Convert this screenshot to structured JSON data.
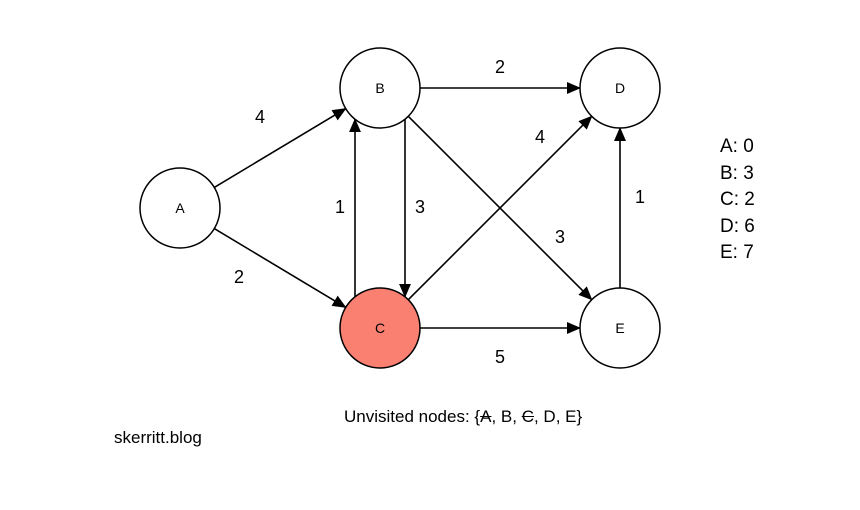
{
  "graph": {
    "nodes": [
      {
        "id": "A",
        "label": "A",
        "highlighted": false
      },
      {
        "id": "B",
        "label": "B",
        "highlighted": false
      },
      {
        "id": "C",
        "label": "C",
        "highlighted": true
      },
      {
        "id": "D",
        "label": "D",
        "highlighted": false
      },
      {
        "id": "E",
        "label": "E",
        "highlighted": false
      }
    ],
    "edges": [
      {
        "from": "A",
        "to": "B",
        "weight": "4"
      },
      {
        "from": "A",
        "to": "C",
        "weight": "2"
      },
      {
        "from": "B",
        "to": "D",
        "weight": "2"
      },
      {
        "from": "B",
        "to": "C",
        "weight": "3"
      },
      {
        "from": "C",
        "to": "B",
        "weight": "1"
      },
      {
        "from": "B",
        "to": "E",
        "weight": "3"
      },
      {
        "from": "C",
        "to": "D",
        "weight": "4"
      },
      {
        "from": "C",
        "to": "E",
        "weight": "5"
      },
      {
        "from": "E",
        "to": "D",
        "weight": "1"
      }
    ],
    "colors": {
      "highlight": "#fa8072",
      "default": "#ffffff"
    }
  },
  "distances": [
    {
      "node": "A",
      "value": "0",
      "text": "A: 0"
    },
    {
      "node": "B",
      "value": "3",
      "text": "B: 3"
    },
    {
      "node": "C",
      "value": "2",
      "text": "C: 2"
    },
    {
      "node": "D",
      "value": "6",
      "text": "D: 6"
    },
    {
      "node": "E",
      "value": "7",
      "text": "E: 7"
    }
  ],
  "unvisited": {
    "prefix": "Unvisited nodes: {",
    "items": [
      {
        "label": "A",
        "struck": true
      },
      {
        "label": "B",
        "struck": false
      },
      {
        "label": "C",
        "struck": true
      },
      {
        "label": "D",
        "struck": false
      },
      {
        "label": "E",
        "struck": false
      }
    ],
    "separator": ", ",
    "suffix": "}"
  },
  "credit": "skerritt.blog"
}
